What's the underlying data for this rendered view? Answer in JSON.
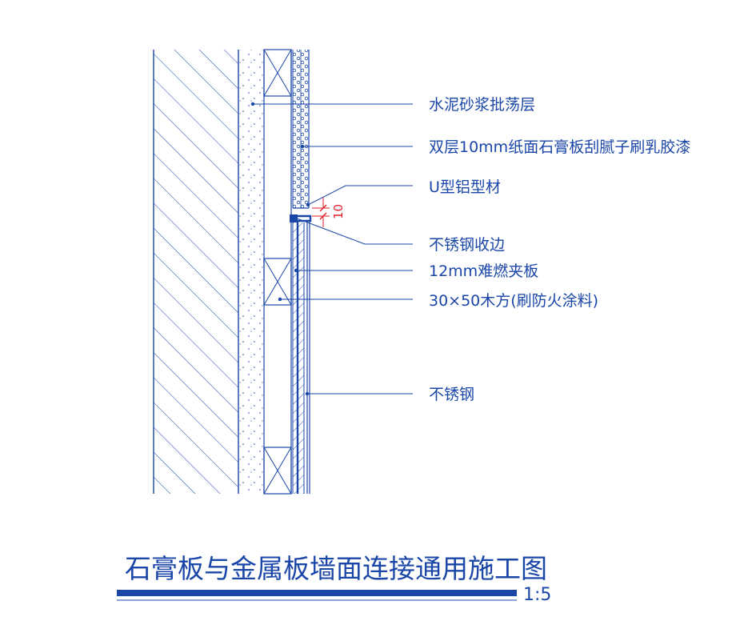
{
  "colors": {
    "line": "#1a46a8",
    "dimension": "#e0202a",
    "background": "#ffffff"
  },
  "labels": [
    {
      "id": "cement-mortar",
      "text": "水泥砂浆批荡层"
    },
    {
      "id": "gypsum-board",
      "text": "双层10mm纸面石膏板刮腻子刷乳胶漆"
    },
    {
      "id": "u-aluminum",
      "text": "U型铝型材"
    },
    {
      "id": "ss-edge",
      "text": "不锈钢收边"
    },
    {
      "id": "fire-board",
      "text": "12mm难燃夹板"
    },
    {
      "id": "wood-batten",
      "text": "30×50木方(刷防火涂料)"
    },
    {
      "id": "stainless-steel",
      "text": "不锈钢"
    }
  ],
  "dimension": {
    "value": "10"
  },
  "title": {
    "text": "石膏板与金属板墙面连接通用施工图",
    "scale": "1:5"
  }
}
